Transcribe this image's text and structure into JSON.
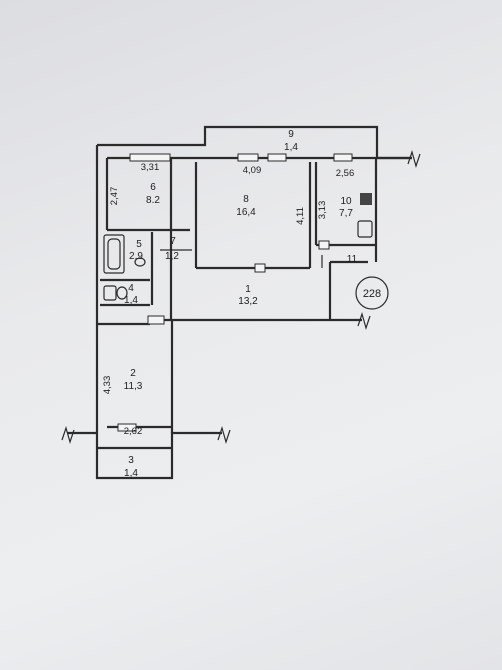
{
  "plan": {
    "apartment_number": "228",
    "rooms": [
      {
        "id": "1",
        "area": "13,2"
      },
      {
        "id": "2",
        "area": "11,3"
      },
      {
        "id": "3",
        "area": "1,4"
      },
      {
        "id": "4",
        "area": "1,4"
      },
      {
        "id": "5",
        "area": "2,9"
      },
      {
        "id": "6",
        "area": "8.2"
      },
      {
        "id": "7",
        "area": "1,2"
      },
      {
        "id": "8",
        "area": "16,4"
      },
      {
        "id": "9",
        "area": "1,4"
      },
      {
        "id": "10",
        "area": "7,7"
      },
      {
        "id": "11",
        "area": ""
      }
    ],
    "dimensions": {
      "d_331": "3,31",
      "d_247": "2,47",
      "d_409": "4,09",
      "d_411": "4,11",
      "d_256": "2,56",
      "d_313": "3,13",
      "d_433": "4,33",
      "d_262": "2,62"
    }
  }
}
